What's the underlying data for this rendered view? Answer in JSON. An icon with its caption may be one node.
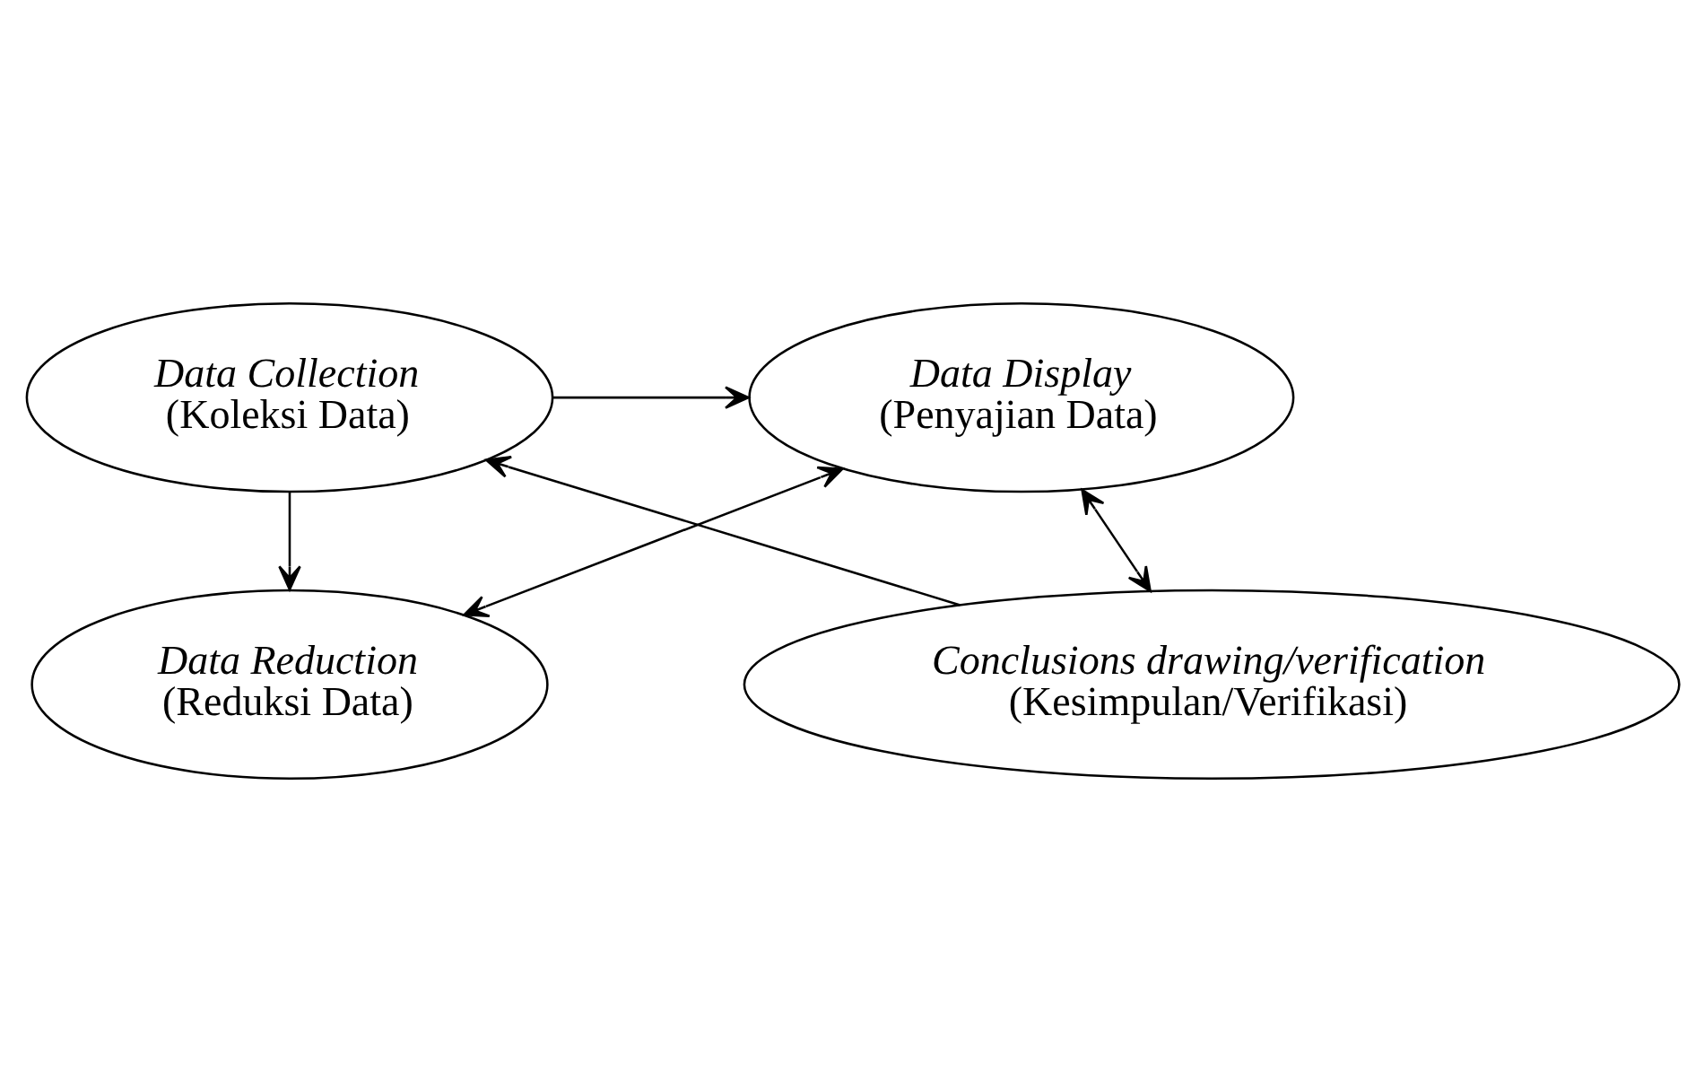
{
  "diagram": {
    "nodes": [
      {
        "text": [
          "Data Collection",
          "(Koleksi Data)"
        ]
      },
      {
        "text": [
          "Data Display",
          "(Penyajian Data)"
        ]
      },
      {
        "text": [
          "Data Reduction",
          "(Reduksi Data)"
        ]
      },
      {
        "text": [
          "Conclusions drawing/verification",
          "(Kesimpulan/Verifikasi)"
        ]
      }
    ],
    "edges": [
      {
        "from": 0,
        "to": 1,
        "arrow": "to"
      },
      {
        "from": 0,
        "to": 2,
        "arrow": "to"
      },
      {
        "from": 1,
        "to": 2,
        "arrow": "both"
      },
      {
        "from": 1,
        "to": 3,
        "arrow": "both"
      },
      {
        "from": 3,
        "to": 0,
        "arrow": "to"
      }
    ]
  }
}
